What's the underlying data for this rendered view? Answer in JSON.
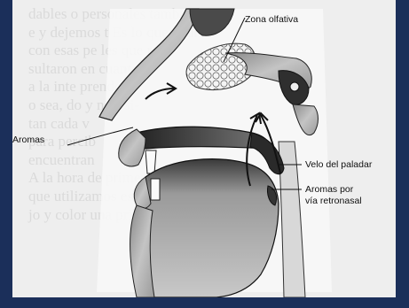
{
  "figure": {
    "labels": {
      "olfactory_zone": "Zona olfativa",
      "aromas": "Aromas",
      "soft_palate": "Velo del paladar",
      "retronasal_line1": "Aromas por",
      "retronasal_line2": "vía retronasal"
    }
  },
  "background_text": {
    "lines": [
      "dables o personales también",
      "e y dejemos t           Es lo que ocurre",
      "con esas pe                  les que re-",
      "sultaron                       en cuanto",
      "a la inte                         prender,",
      "o sea,                     do y necesi-",
      "tan cada v",
      "para percib",
      "encuentran",
      "A la hora de              primer sentido",
      "que utilizamos es el        al a un espe-",
      "jo y color           una primera"
    ]
  },
  "colors": {
    "outer_background": "#1b2f5a",
    "paper": "#eeeeee",
    "ink": "#111111"
  }
}
